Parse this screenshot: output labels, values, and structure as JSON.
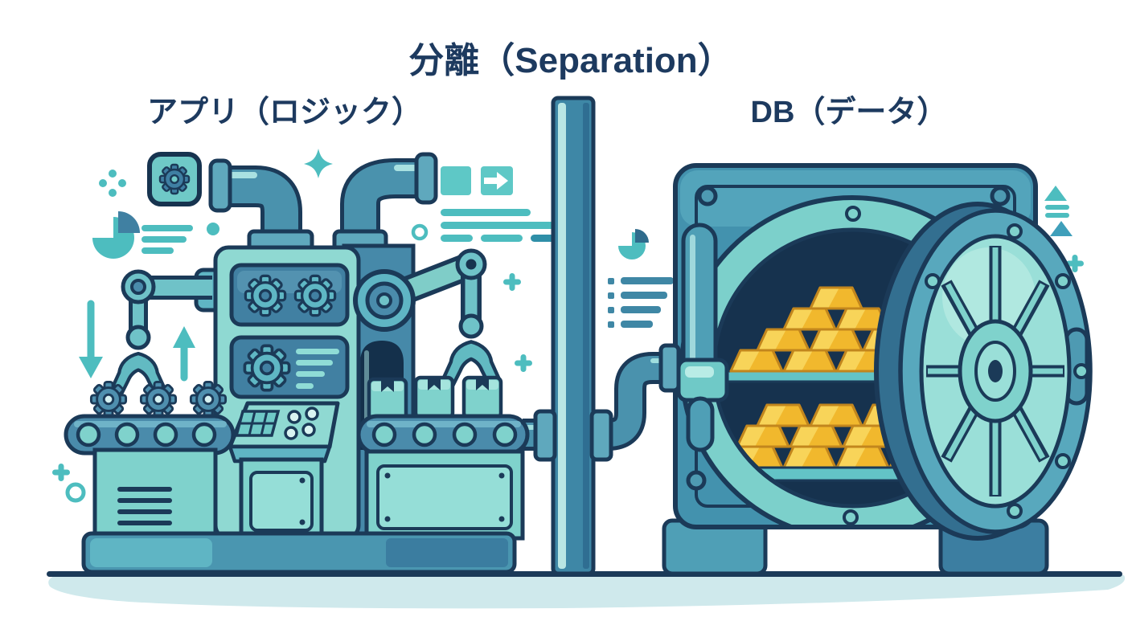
{
  "title": "分離（Separation）",
  "sections": {
    "app": {
      "label": "アプリ（ロジック）"
    },
    "db": {
      "label": "DB（データ）"
    }
  },
  "palette": {
    "outline": "#1b3a58",
    "vault_interior": "#16324e",
    "teal_light": "#8fd9d2",
    "teal": "#7fd2cc",
    "icon_teal": "#4dbdbf",
    "icon_steel": "#3f87a5",
    "steel_blue": "#4392ae",
    "belt_blue": "#4a8bab",
    "gold": "#f1b82d",
    "gold_highlight": "#f8d75e",
    "ground_shadow": "#cfe9ec",
    "text": "#1d3a5f"
  },
  "icons": [
    "gear-icon",
    "pie-chart-icon",
    "text-lines-icon",
    "transfer-arrow-icon",
    "sparkle-icon",
    "four-point-star-icon",
    "plus-icon",
    "circle-icon",
    "dot-icon",
    "down-arrow-icon",
    "up-arrow-icon",
    "eject-icon",
    "triangle-icon",
    "list-icon"
  ]
}
